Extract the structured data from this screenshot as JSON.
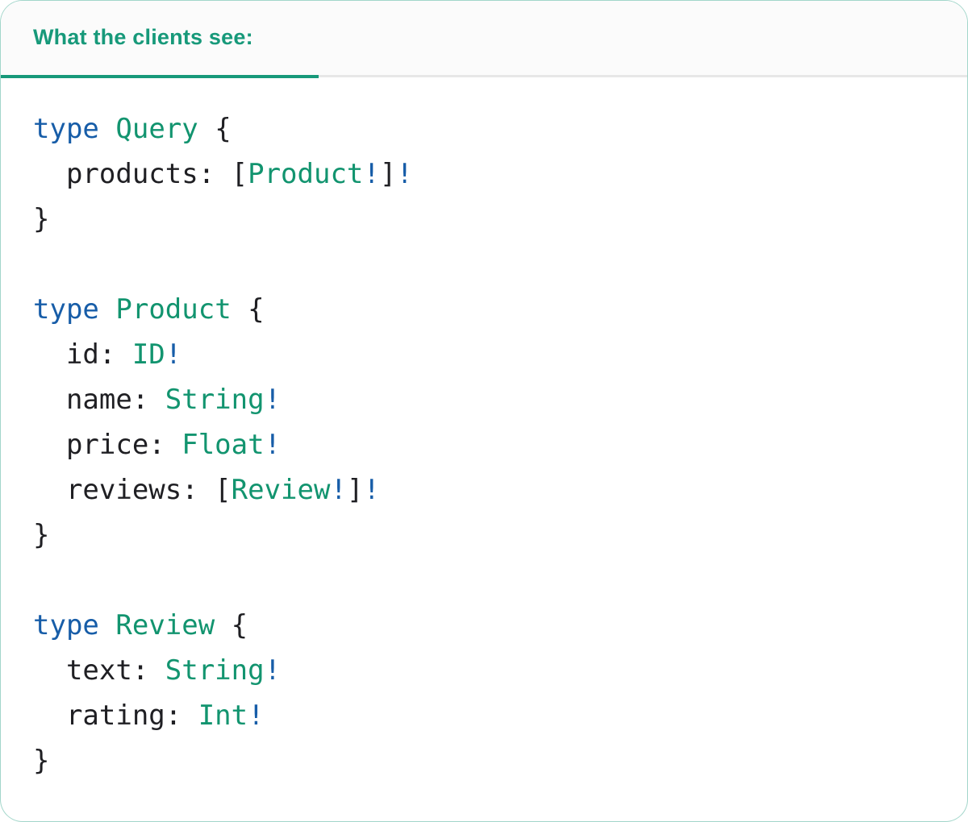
{
  "panel": {
    "tab_label": "What the clients see:"
  },
  "colors": {
    "green": "#17997a",
    "green_code": "#12946f",
    "blue": "#175da8",
    "code_dark": "#1f1f23",
    "divider": "#e7e7e7",
    "header_bg": "#fbfbfb",
    "border": "#a4d4c3"
  },
  "code": {
    "language": "graphql",
    "lines": [
      [
        {
          "t": "kw",
          "s": "type"
        },
        {
          "t": "plain",
          "s": " "
        },
        {
          "t": "type",
          "s": "Query"
        },
        {
          "t": "plain",
          "s": " {"
        }
      ],
      [
        {
          "t": "plain",
          "s": "  products: ["
        },
        {
          "t": "type",
          "s": "Product"
        },
        {
          "t": "bang",
          "s": "!"
        },
        {
          "t": "plain",
          "s": "]"
        },
        {
          "t": "bang",
          "s": "!"
        }
      ],
      [
        {
          "t": "plain",
          "s": "}"
        }
      ],
      [],
      [
        {
          "t": "kw",
          "s": "type"
        },
        {
          "t": "plain",
          "s": " "
        },
        {
          "t": "type",
          "s": "Product"
        },
        {
          "t": "plain",
          "s": " {"
        }
      ],
      [
        {
          "t": "plain",
          "s": "  id: "
        },
        {
          "t": "type",
          "s": "ID"
        },
        {
          "t": "bang",
          "s": "!"
        }
      ],
      [
        {
          "t": "plain",
          "s": "  name: "
        },
        {
          "t": "type",
          "s": "String"
        },
        {
          "t": "bang",
          "s": "!"
        }
      ],
      [
        {
          "t": "plain",
          "s": "  price: "
        },
        {
          "t": "type",
          "s": "Float"
        },
        {
          "t": "bang",
          "s": "!"
        }
      ],
      [
        {
          "t": "plain",
          "s": "  reviews: ["
        },
        {
          "t": "type",
          "s": "Review"
        },
        {
          "t": "bang",
          "s": "!"
        },
        {
          "t": "plain",
          "s": "]"
        },
        {
          "t": "bang",
          "s": "!"
        }
      ],
      [
        {
          "t": "plain",
          "s": "}"
        }
      ],
      [],
      [
        {
          "t": "kw",
          "s": "type"
        },
        {
          "t": "plain",
          "s": " "
        },
        {
          "t": "type",
          "s": "Review"
        },
        {
          "t": "plain",
          "s": " {"
        }
      ],
      [
        {
          "t": "plain",
          "s": "  text: "
        },
        {
          "t": "type",
          "s": "String"
        },
        {
          "t": "bang",
          "s": "!"
        }
      ],
      [
        {
          "t": "plain",
          "s": "  rating: "
        },
        {
          "t": "type",
          "s": "Int"
        },
        {
          "t": "bang",
          "s": "!"
        }
      ],
      [
        {
          "t": "plain",
          "s": "}"
        }
      ]
    ]
  }
}
